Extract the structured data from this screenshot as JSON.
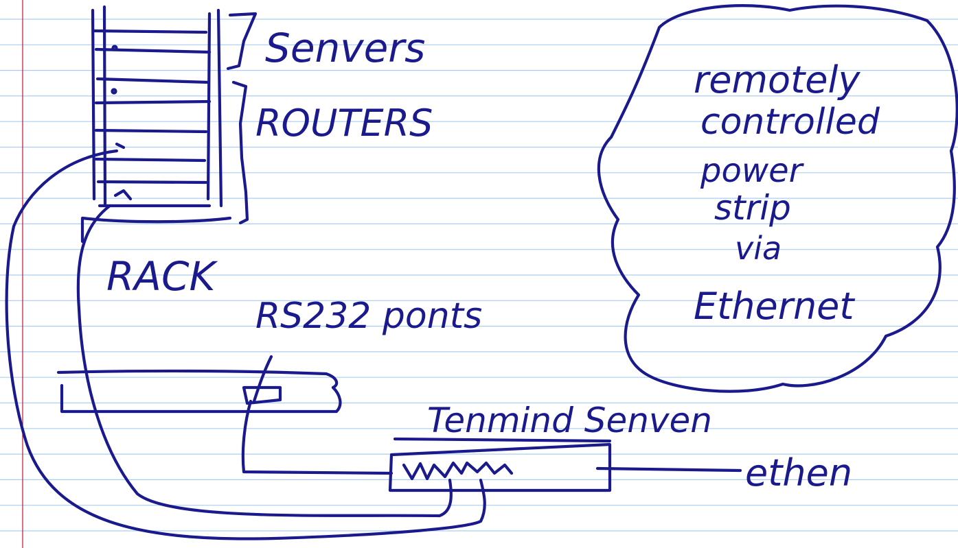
{
  "colors": {
    "paper": "#ffffff",
    "rule_line": "#a9cdf2",
    "margin_line": "#c8102e",
    "ink": "#1a1a8c"
  },
  "labels": {
    "servers": "Senvers",
    "routers": "ROUTERS",
    "rack": "RACK",
    "rs232": "RS232 ponts",
    "terminal_server": "Tenmind Senven",
    "ethernet": "ethen",
    "cloud_lines": [
      "remotely",
      "controlled",
      "power",
      "strip",
      "via",
      "Ethernet"
    ]
  }
}
